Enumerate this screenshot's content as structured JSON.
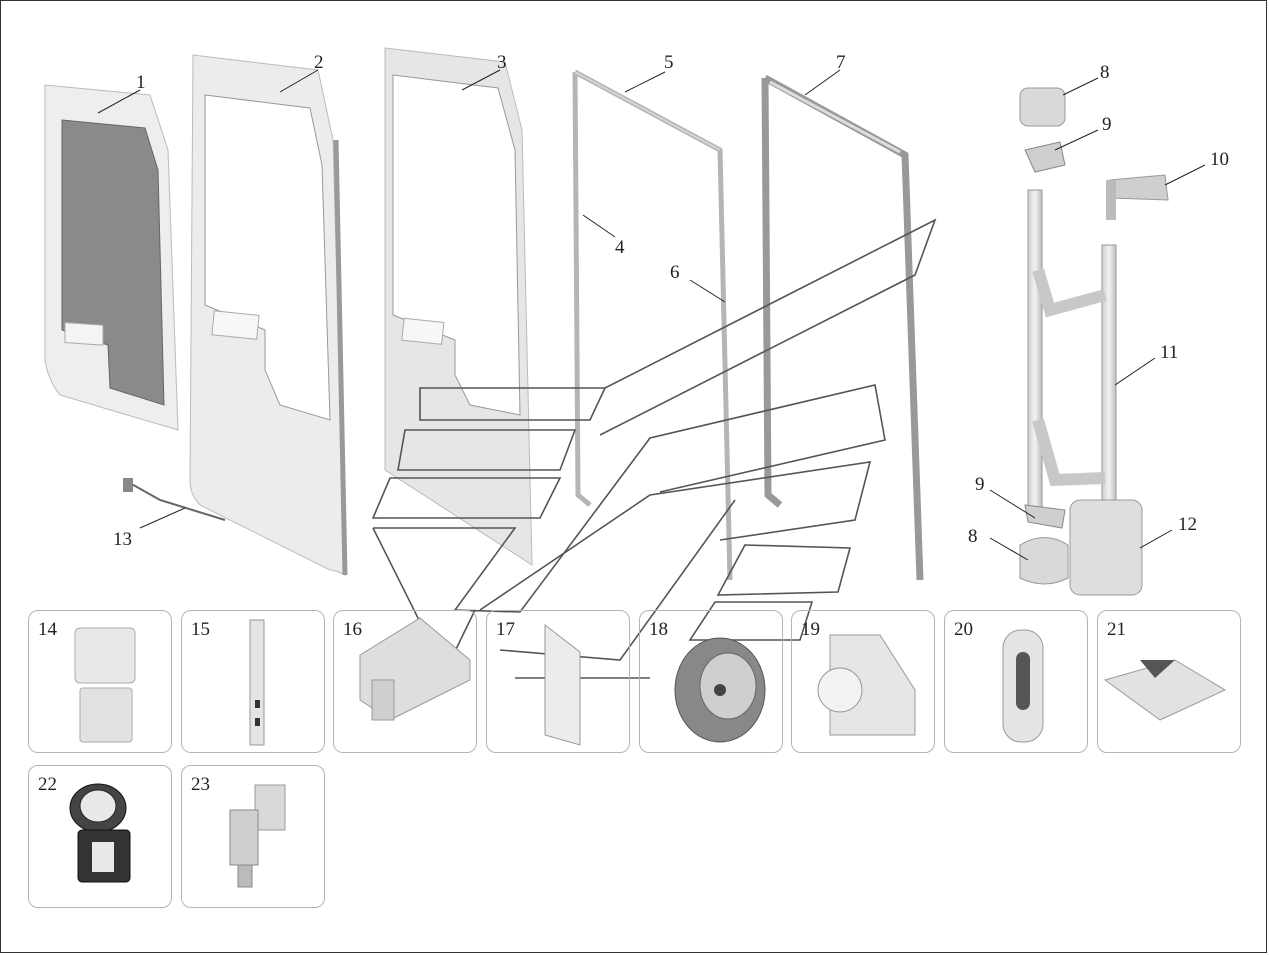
{
  "diagram": {
    "callouts": [
      "1",
      "2",
      "3",
      "4",
      "5",
      "6",
      "7",
      "8",
      "9",
      "10",
      "11",
      "12",
      "13",
      "8",
      "9"
    ],
    "thumbnails": [
      "14",
      "15",
      "16",
      "17",
      "18",
      "19",
      "20",
      "21",
      "22",
      "23"
    ]
  }
}
